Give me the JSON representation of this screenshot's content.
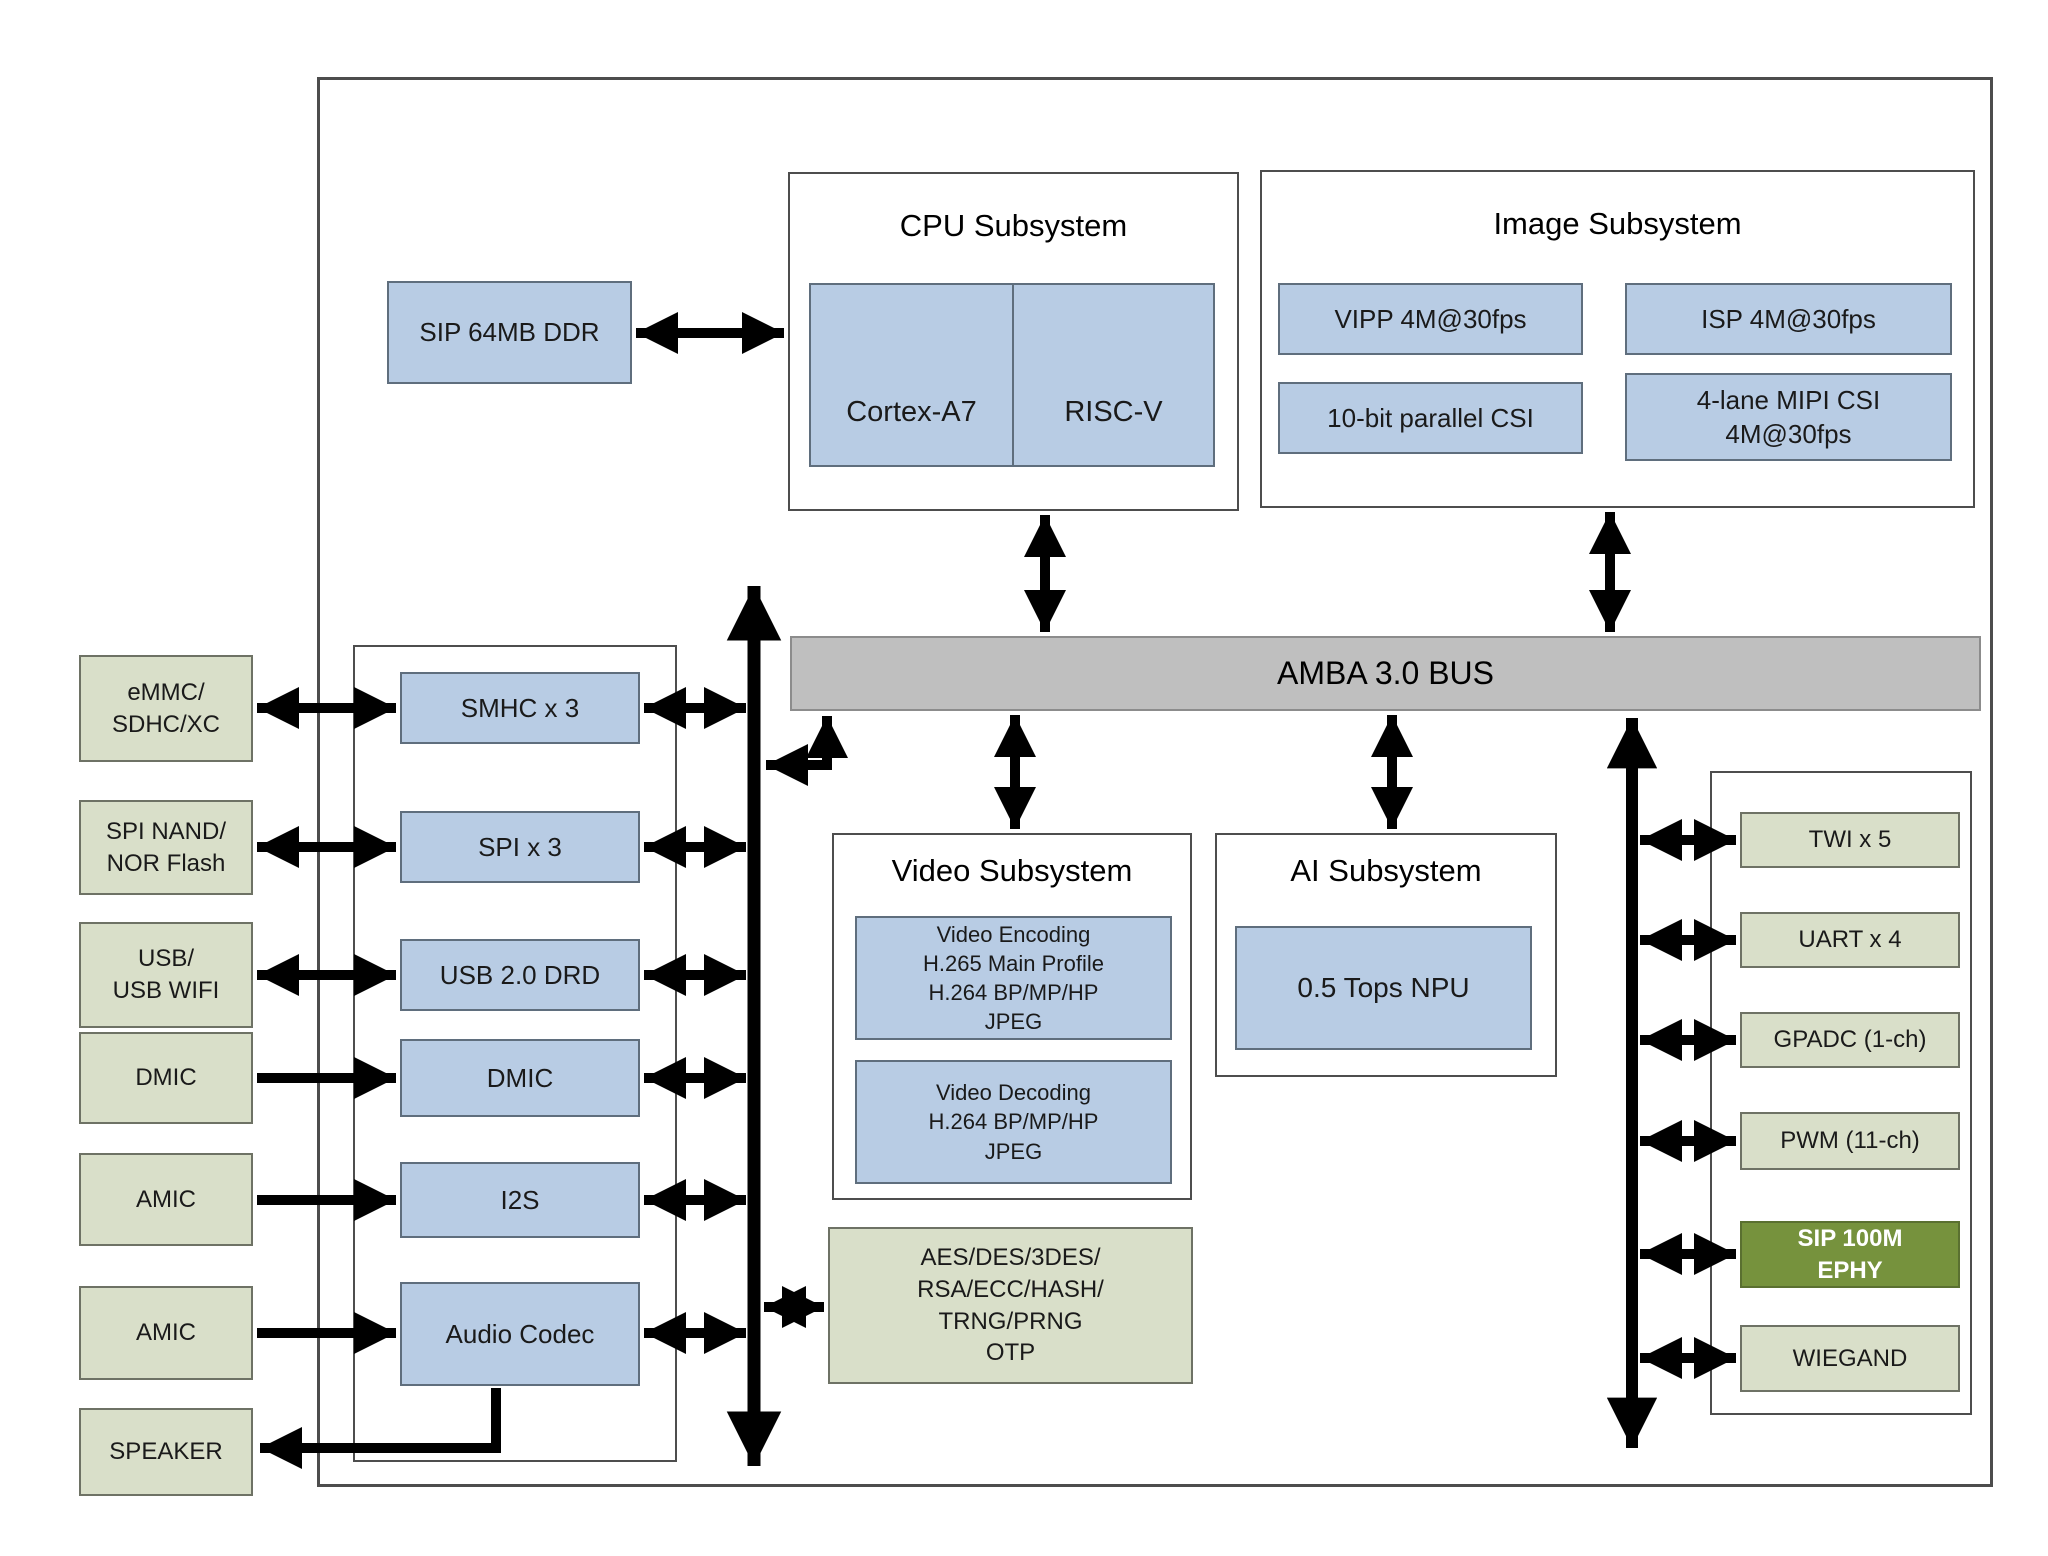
{
  "bus": {
    "label": "AMBA 3.0 BUS"
  },
  "ddr": {
    "label": "SIP 64MB DDR"
  },
  "cpu": {
    "title": "CPU Subsystem",
    "cores": [
      "Cortex-A7",
      "RISC-V"
    ]
  },
  "image": {
    "title": "Image Subsystem",
    "vipp": "VIPP 4M@30fps",
    "isp": "ISP 4M@30fps",
    "csi_parallel": "10-bit parallel CSI",
    "csi_mipi": "4-lane MIPI CSI\n4M@30fps"
  },
  "video": {
    "title": "Video Subsystem",
    "encoding": "Video Encoding\nH.265 Main Profile\nH.264 BP/MP/HP\nJPEG",
    "decoding": "Video Decoding\nH.264 BP/MP/HP\nJPEG"
  },
  "ai": {
    "title": "AI Subsystem",
    "npu": "0.5 Tops NPU"
  },
  "security": {
    "label": "AES/DES/3DES/\nRSA/ECC/HASH/\nTRNG/PRNG\nOTP"
  },
  "left_external": [
    "eMMC/\nSDHC/XC",
    "SPI NAND/\nNOR Flash",
    "USB/\nUSB WIFI",
    "DMIC",
    "AMIC",
    "AMIC",
    "SPEAKER"
  ],
  "left_internal": [
    "SMHC x 3",
    "SPI x 3",
    "USB 2.0 DRD",
    "DMIC",
    "I2S",
    "Audio Codec"
  ],
  "right_io": [
    "TWI x 5",
    "UART x 4",
    "GPADC (1-ch)",
    "PWM (11-ch)",
    "SIP 100M\nEPHY",
    "WIEGAND"
  ],
  "colors": {
    "block_blue": "#b8cce4",
    "block_green": "#d9dfc9",
    "ephy_green": "#76923d",
    "bus_gray": "#bfbfbf",
    "arrow_black": "#000000"
  }
}
